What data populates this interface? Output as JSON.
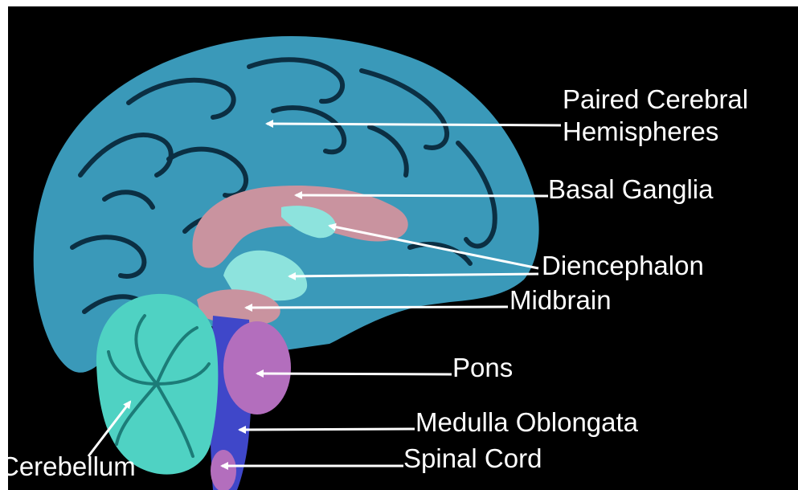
{
  "labels": {
    "hemispheres_line1": "Paired Cerebral",
    "hemispheres_line2": "Hemispheres",
    "basal_ganglia": "Basal Ganglia",
    "diencephalon": "Diencephalon",
    "midbrain": "Midbrain",
    "pons": "Pons",
    "medulla": "Medulla Oblongata",
    "spinal_cord": "Spinal Cord",
    "cerebellum": "Cerebellum"
  },
  "colors": {
    "background": "#000000",
    "cerebrum": "#3f9fbf",
    "basal_ganglia": "#c99aa8",
    "diencephalon": "#8fe6e0",
    "cerebellum": "#52d6c8",
    "pons": "#b66fbe",
    "medulla": "#3f47c9",
    "arrow": "#ffffff"
  }
}
